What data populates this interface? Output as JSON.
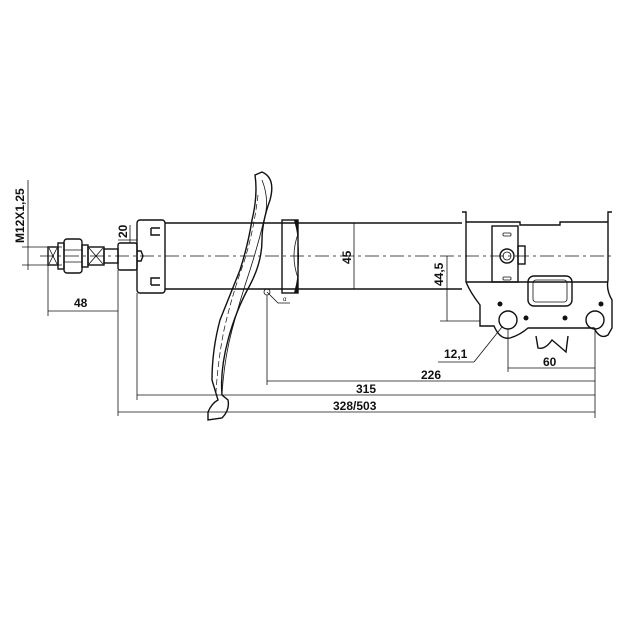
{
  "drawing": {
    "title": "Shock absorber strut technical drawing",
    "dimensions": {
      "thread": "M12X1,25",
      "rod_diameter": "20",
      "rod_length": "48",
      "tube_diameter": "45",
      "bracket_offset": "44,5",
      "hole_diameter": "12,1",
      "hole_spacing": "60",
      "seat_to_hole": "226",
      "body_length": "315",
      "total_length": "328/503",
      "angle_mark": "α"
    },
    "line_color": "#111111"
  }
}
